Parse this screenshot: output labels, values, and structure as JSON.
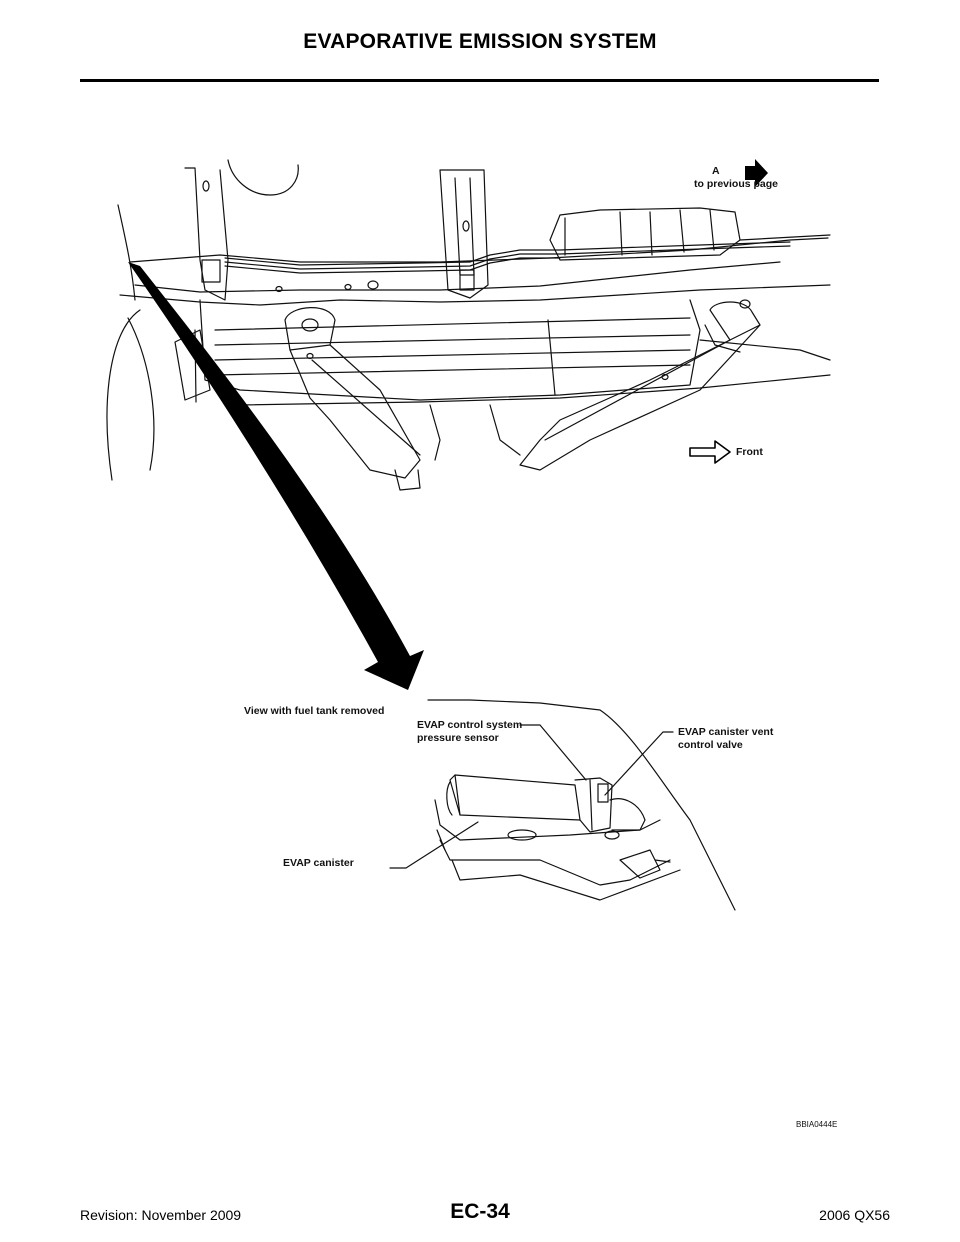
{
  "header": {
    "title": "EVAPORATIVE EMISSION SYSTEM"
  },
  "figure": {
    "callout_a_letter": "A",
    "callout_a_text": "to previous page",
    "front_label": "Front",
    "view_note": "View with fuel tank removed",
    "sensor_label_line1": "EVAP control system",
    "sensor_label_line2": "pressure sensor",
    "vent_valve_label_line1": "EVAP canister vent",
    "vent_valve_label_line2": "control valve",
    "canister_label": "EVAP canister",
    "figure_id": "BBIA0444E"
  },
  "footer": {
    "page_number": "EC-34",
    "revision": "Revision: November 2009",
    "model": "2006 QX56"
  }
}
